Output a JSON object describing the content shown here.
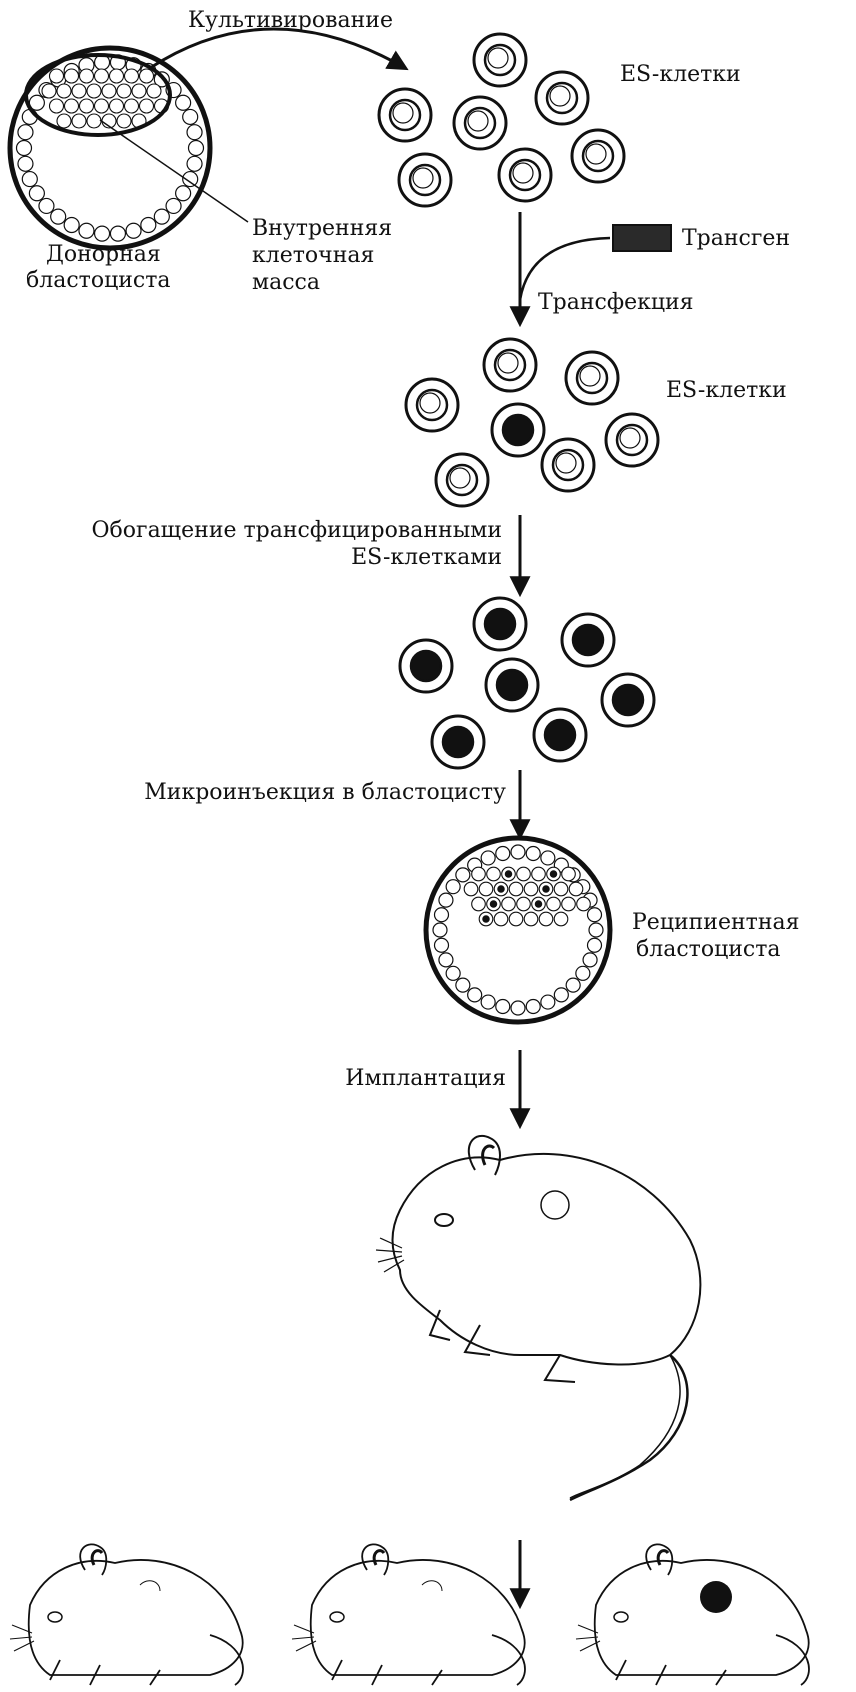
{
  "labels": {
    "cultivation": "Культивирование",
    "es_cells_top": "ES-клетки",
    "inner_cell_mass_l1": "Внутренняя",
    "inner_cell_mass_l2": "клеточная",
    "inner_cell_mass_l3": "масса",
    "donor_l1": "Донорная",
    "donor_l2": "бластоциста",
    "transgene": "Трансген",
    "transfection": "Трансфекция",
    "es_cells_mid": "ES-клетки",
    "enrichment_l1": "Обогащение трансфицированными",
    "enrichment_l2": "ES-клетками",
    "microinjection": "Микроинъекция в бластоцисту",
    "recipient_l1": "Реципиентная",
    "recipient_l2": "бластоциста",
    "implantation": "Имплантация"
  },
  "colors": {
    "ink": "#111111",
    "fill_dark": "#111111",
    "background": "#ffffff"
  }
}
